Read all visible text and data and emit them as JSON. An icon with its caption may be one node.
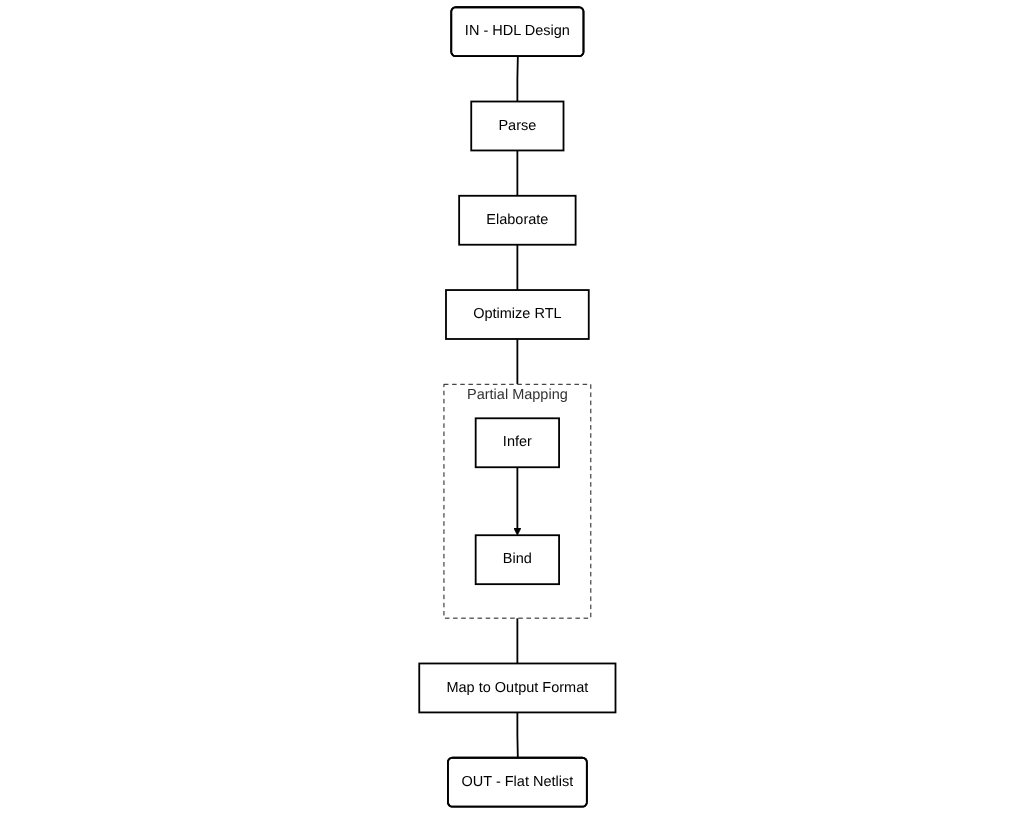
{
  "diagram": {
    "nodes": [
      {
        "text": [
          "IN - HDL Design"
        ]
      },
      {
        "text": [
          "Parse"
        ]
      },
      {
        "text": [
          "Elaborate"
        ]
      },
      {
        "text": [
          "Optimize RTL"
        ]
      },
      {
        "text": [
          "Partial Mapping"
        ]
      },
      {
        "text": [
          "Infer"
        ],
        "in": 4
      },
      {
        "text": [
          "Bind"
        ],
        "in": 4
      },
      {
        "text": [
          "Map to Output Format"
        ]
      },
      {
        "text": [
          "OUT - Flat Netlist"
        ]
      }
    ],
    "edges": [
      {
        "from": 0,
        "to": 1,
        "arrow": "none"
      },
      {
        "from": 1,
        "to": 2,
        "arrow": "none"
      },
      {
        "from": 2,
        "to": 3,
        "arrow": "none"
      },
      {
        "from": 3,
        "to": 4,
        "arrow": "none"
      },
      {
        "from": 4,
        "to": 7,
        "arrow": "none"
      },
      {
        "from": 5,
        "to": 6,
        "arrow": "to"
      },
      {
        "from": 7,
        "to": 8,
        "arrow": "none"
      }
    ]
  }
}
